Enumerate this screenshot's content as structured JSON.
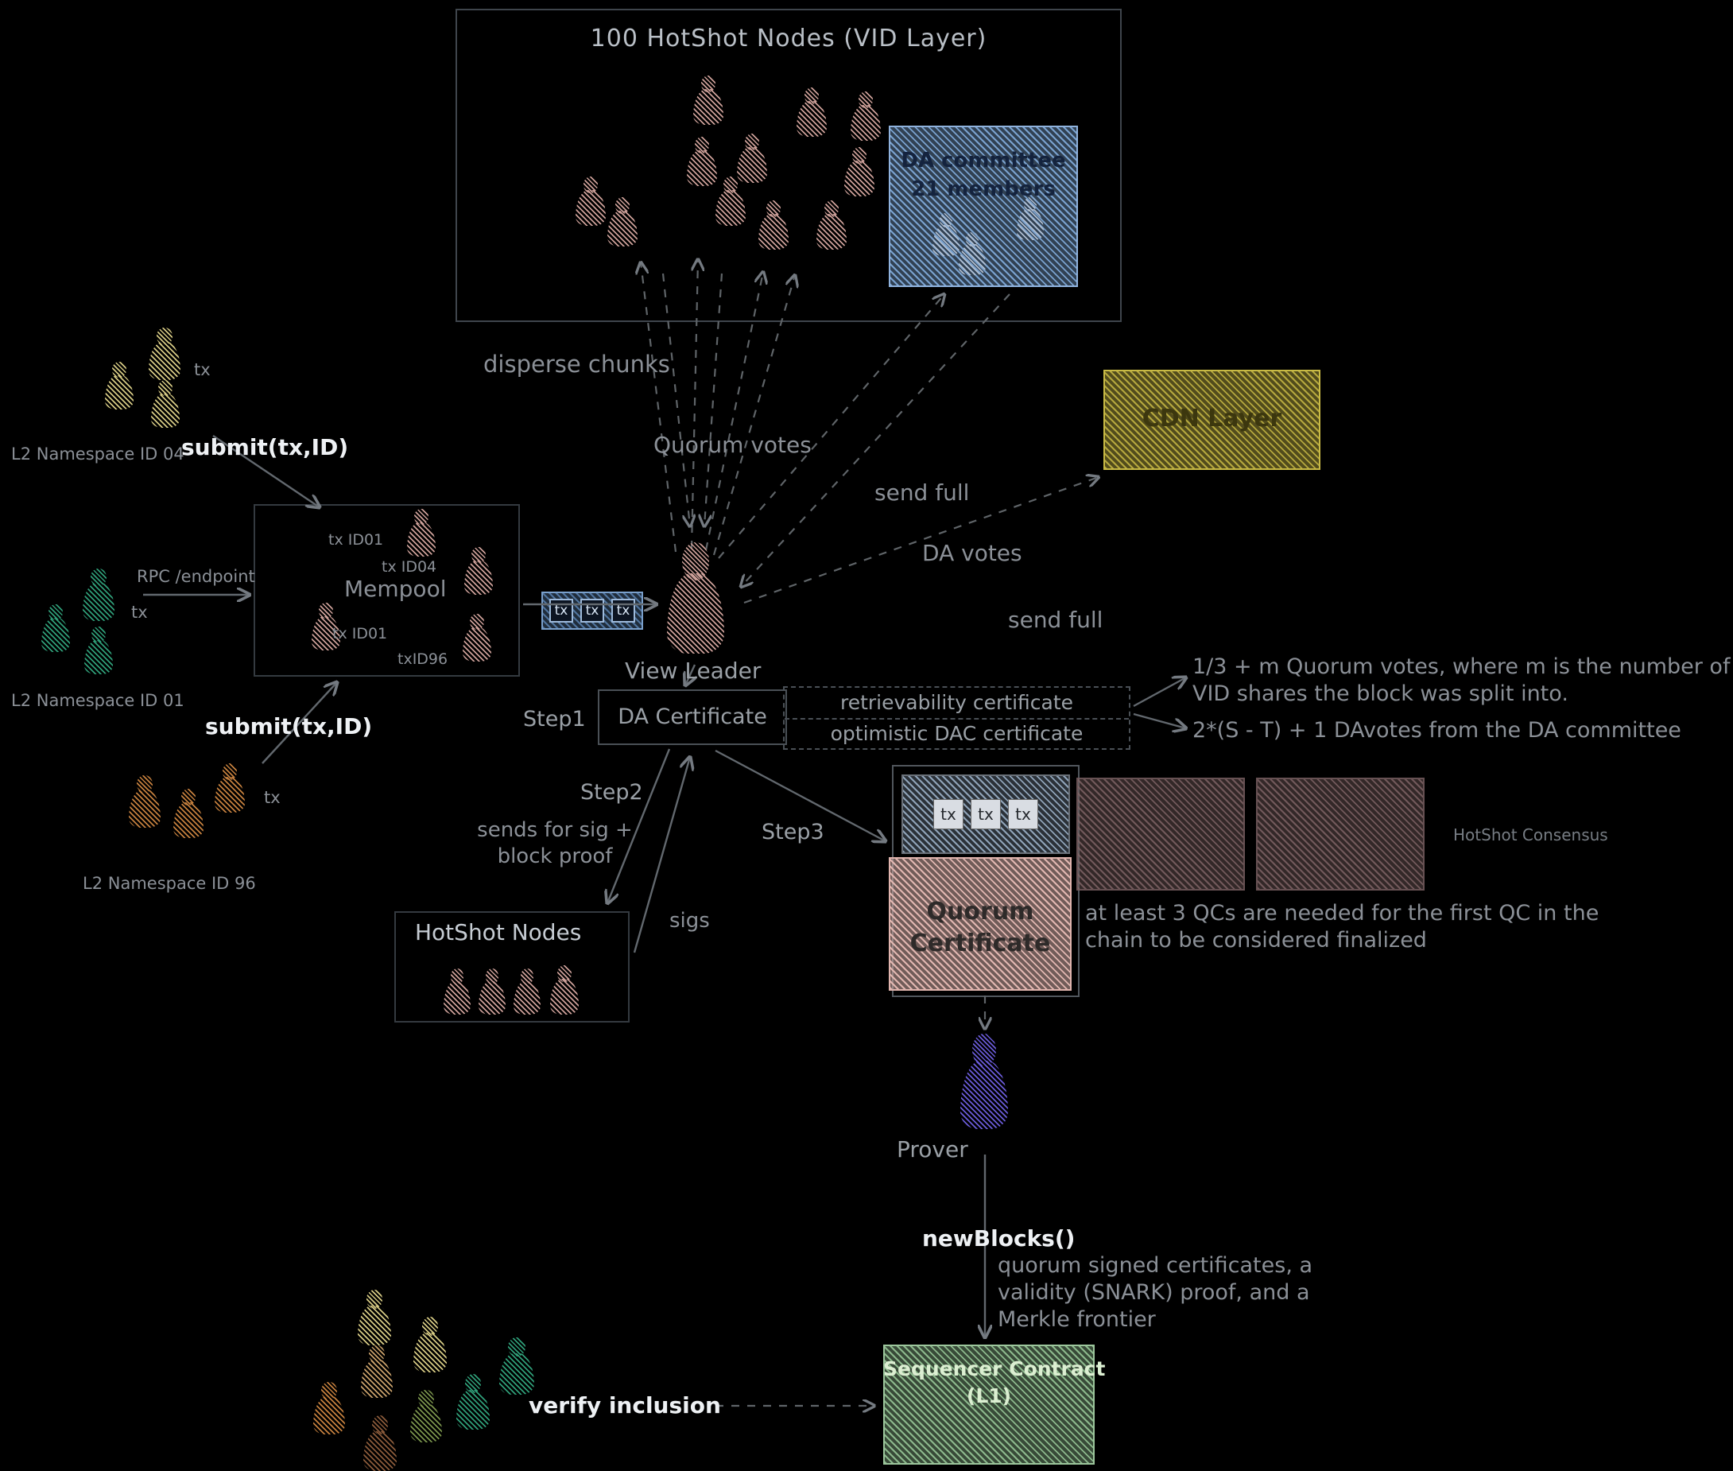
{
  "colors": {
    "background": "#000000",
    "salmon": "#cda099",
    "yellow": "#d6ca84",
    "green": "#2f9e78",
    "orange": "#c5803e",
    "brown": "#8a5a3a",
    "tan": "#c8a06a",
    "olive_pawn": "#7a944c",
    "purple": "#6a5bd8",
    "committee_blue": "#7aa2cf",
    "cdn_olive": "#b5a83e",
    "qc_pink": "#e2b7b1",
    "block_mauve": "#86696b",
    "contract_green": "#8cb88c",
    "label_gray": "#8b9097",
    "white_text": "#eef1f4"
  },
  "icons": {
    "node": "pawn-icon"
  },
  "vid_layer": {
    "title": "100 HotShot Nodes (VID Layer)"
  },
  "da_committee": {
    "title_line1": "DA committee",
    "title_line2": "21 members"
  },
  "cdn": {
    "label": "CDN Layer"
  },
  "namespace_04": {
    "label": "L2 Namespace ID 04",
    "tx": "tx",
    "submit": "submit(tx,ID)"
  },
  "namespace_01": {
    "label": "L2 Namespace ID 01",
    "tx": "tx",
    "rpc": "RPC /endpoint"
  },
  "namespace_96": {
    "label": "L2 Namespace ID 96",
    "tx": "tx",
    "submit": "submit(tx,ID)"
  },
  "mempool": {
    "title": "Mempool",
    "entries": {
      "e1": "tx ID01",
      "e2": "tx ID04",
      "e3": "tx ID01",
      "e4": "txID96"
    }
  },
  "leader": {
    "label": "View Leader"
  },
  "tx_block": {
    "cell": "tx"
  },
  "flows": {
    "disperse": "disperse chunks",
    "quorum_votes": "Quorum votes",
    "send_full_top": "send full",
    "da_votes": "DA votes",
    "send_full_bottom": "send full",
    "sigs": "sigs",
    "sends_for_sig": "sends for sig + block proof",
    "verify_inclusion": "verify inclusion"
  },
  "steps": {
    "s1": "Step1",
    "s2": "Step2",
    "s3": "Step3"
  },
  "da_certificate": {
    "label": "DA Certificate",
    "retrievability": "retrievability certificate",
    "optimistic": "optimistic DAC certificate",
    "retrievability_note": "1/3 + m Quorum votes, where m is the number of VID shares the block was split into.",
    "optimistic_note": "2*(S - T) + 1 DAvotes from the DA committee"
  },
  "hotshot_nodes": {
    "title": "HotShot Nodes"
  },
  "quorum_certificate": {
    "line1": "Quorum",
    "line2": "Certificate"
  },
  "consensus": {
    "label": "HotShot Consensus",
    "note": "at least 3 QCs are needed for the first QC in the chain to be considered finalized"
  },
  "prover": {
    "label": "Prover",
    "call": "newBlocks()",
    "payload": "quorum signed certificates, a validity (SNARK) proof, and a Merkle frontier"
  },
  "contract": {
    "label_line1": "Sequencer Contract",
    "label_line2": "(L1)"
  }
}
